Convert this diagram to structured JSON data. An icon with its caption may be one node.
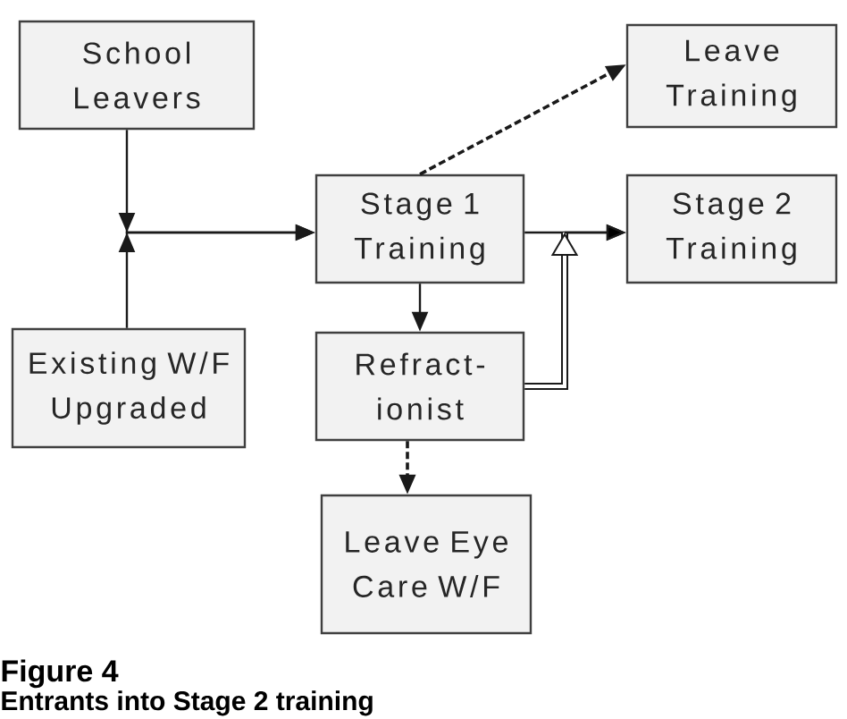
{
  "diagram": {
    "title": "Figure 4",
    "caption": "Entrants into Stage 2 training",
    "nodes": [
      {
        "text": [
          "School Leavers"
        ]
      },
      {
        "text": [
          "Leave Training"
        ]
      },
      {
        "text": [
          "Stage 1 Training"
        ]
      },
      {
        "text": [
          "Stage 2 Training"
        ]
      },
      {
        "text": [
          "Existing W/F Upgraded"
        ]
      },
      {
        "text": [
          "Refract- ionist"
        ]
      },
      {
        "text": [
          "Leave Eye Care W/F"
        ]
      }
    ],
    "edges": [
      {
        "from": 0,
        "to": 2,
        "arrow": "to"
      },
      {
        "from": 4,
        "to": 2,
        "arrow": "to"
      },
      {
        "from": 2,
        "to": 1,
        "arrow": "to",
        "style": "dashed"
      },
      {
        "from": 2,
        "to": 3,
        "arrow": "to"
      },
      {
        "from": 2,
        "to": 5,
        "arrow": "to"
      },
      {
        "from": 5,
        "to": 3,
        "arrow": "to",
        "style": "thick"
      },
      {
        "from": 5,
        "to": 6,
        "arrow": "to",
        "style": "dashed"
      }
    ]
  }
}
